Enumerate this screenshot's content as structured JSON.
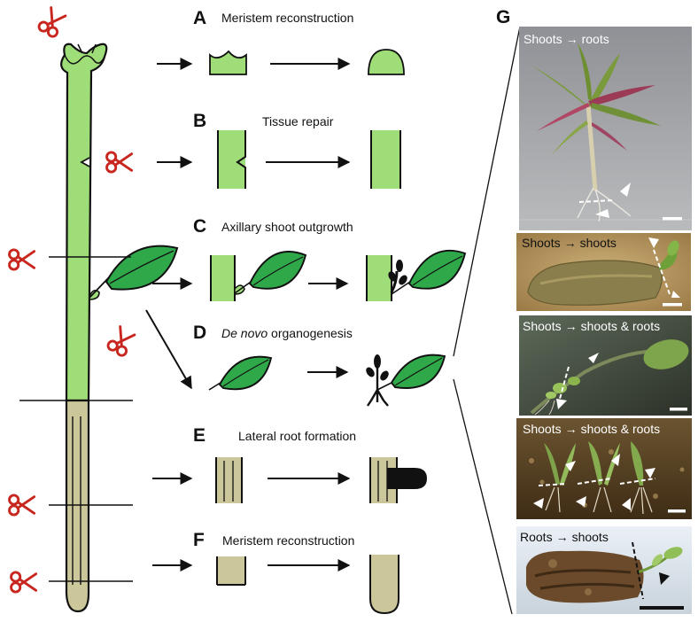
{
  "panels": {
    "A": {
      "letter": "A",
      "title": "Meristem reconstruction"
    },
    "B": {
      "letter": "B",
      "title": "Tissue repair"
    },
    "C": {
      "letter": "C",
      "title": "Axillary shoot outgrowth"
    },
    "D": {
      "letter": "D",
      "title_italic": "De novo",
      "title_rest": " organogenesis"
    },
    "E": {
      "letter": "E",
      "title": "Lateral root formation"
    },
    "F": {
      "letter": "F",
      "title": "Meristem reconstruction"
    },
    "G": {
      "letter": "G"
    }
  },
  "photos": [
    {
      "from": "Shoots",
      "to": "roots"
    },
    {
      "from": "Shoots",
      "to": "shoots"
    },
    {
      "from": "Shoots",
      "to": "shoots & roots"
    },
    {
      "from": "Shoots",
      "to": "shoots & roots"
    },
    {
      "from": "Roots",
      "to": "shoots"
    }
  ],
  "colors": {
    "shoot_green": "#9fdd78",
    "leaf_green": "#2fa84a",
    "root_tan": "#cbc79a",
    "scissors_red": "#c8271f",
    "outline": "#111111"
  }
}
